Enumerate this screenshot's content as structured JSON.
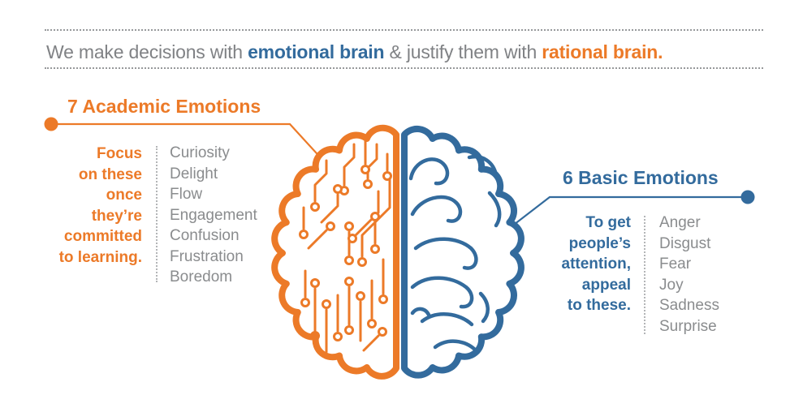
{
  "palette": {
    "orange": "#ec7a28",
    "blue": "#336b9d",
    "headline_gray": "#808285",
    "list_gray": "#8a8c8e",
    "dotted_rule_gray": "#97999b"
  },
  "headline": {
    "prefix": "We make decisions with ",
    "emotional": "emotional brain",
    "middle": " & justify them with ",
    "rational": "rational brain."
  },
  "left": {
    "title": "7 Academic Emotions",
    "note_lines": [
      "Focus",
      "on these",
      "once",
      "they’re",
      "committed",
      "to learning."
    ],
    "items": [
      "Curiosity",
      "Delight",
      "Flow",
      "Engagement",
      "Confusion",
      "Frustration",
      "Boredom"
    ]
  },
  "right": {
    "title": "6 Basic Emotions",
    "note_lines": [
      "To get",
      "people’s",
      "attention,",
      "appeal",
      "to these."
    ],
    "items": [
      "Anger",
      "Disgust",
      "Fear",
      "Joy",
      "Sadness",
      "Surprise"
    ]
  }
}
